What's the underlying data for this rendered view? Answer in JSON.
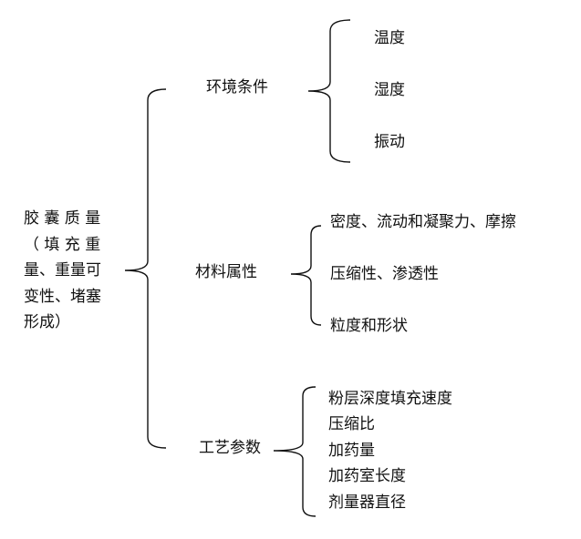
{
  "root": {
    "lines": [
      "胶 囊 质 量",
      "（ 填 充 重",
      "量、重量可",
      "变性、堵塞",
      "形成）"
    ]
  },
  "branches": [
    {
      "label": "环境条件",
      "items": [
        "温度",
        "湿度",
        "振动"
      ]
    },
    {
      "label": "材料属性",
      "items": [
        "密度、流动和凝聚力、摩擦",
        "压缩性、渗透性",
        "粒度和形状"
      ]
    },
    {
      "label": "工艺参数",
      "items": [
        "粉层深度填充速度",
        "压缩比",
        "加药量",
        "加药室长度",
        "剂量器直径"
      ]
    }
  ]
}
